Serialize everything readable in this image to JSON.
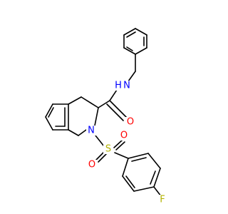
{
  "colors": {
    "background": "#ffffff",
    "bond": "#000000",
    "N": "#0000ff",
    "O": "#ff0000",
    "S": "#b2b200",
    "F": "#b2b200"
  },
  "labels": {
    "amide_N": "N",
    "amide_H": "H",
    "amide_O": "O",
    "ring_N": "N",
    "sulfur": "S",
    "sulfonyl_O_left": "O",
    "sulfonyl_O_right": "O",
    "fluorine": "F"
  }
}
